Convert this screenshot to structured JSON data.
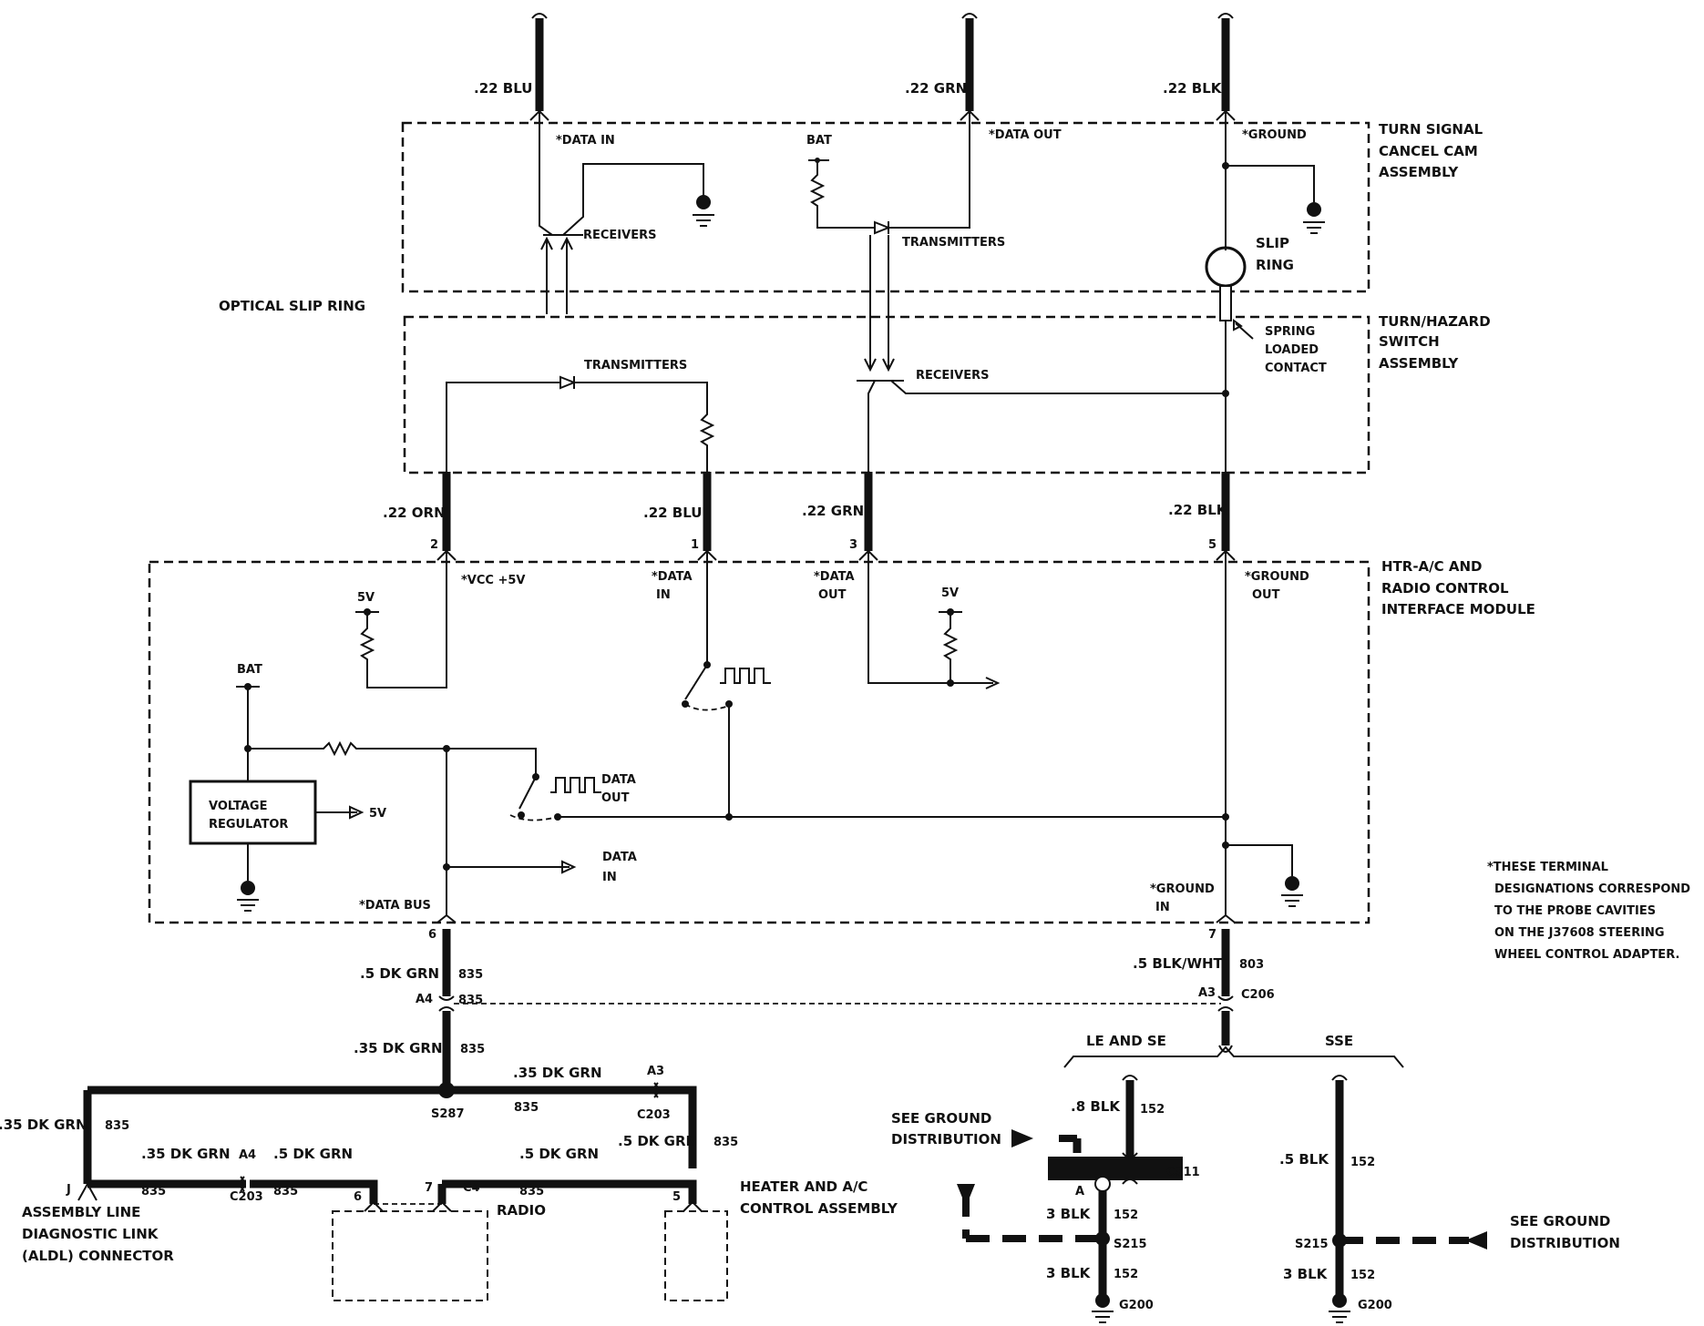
{
  "wires": {
    "top_blu": ".22 BLU",
    "top_grn": ".22 GRN",
    "top_blk": ".22 BLK",
    "mid_orn": ".22 ORN",
    "mid_blu": ".22 BLU",
    "mid_grn": ".22 GRN",
    "mid_blk": ".22 BLK",
    "w_5dkgrn": ".5 DK GRN",
    "w_835": "835",
    "w_35dkgrn": ".35 DK GRN",
    "w_5blkwht": ".5 BLK/WHT",
    "w_803": "803",
    "w_8blk": ".8 BLK",
    "w_152": "152",
    "w_5blk": ".5 BLK",
    "w_3blk": "3 BLK"
  },
  "terminals": {
    "data_in_top": "*DATA IN",
    "data_out_top": "*DATA OUT",
    "ground_top": "*GROUND",
    "vcc": "*VCC +5V",
    "data_in_mid": "*DATA",
    "data_in_mid2": "IN",
    "data_out_mid": "*DATA",
    "data_out_mid2": "OUT",
    "ground_out": "*GROUND",
    "ground_out2": "OUT",
    "data_bus": "*DATA BUS",
    "ground_in": "*GROUND",
    "ground_in2": "IN"
  },
  "pins": {
    "p2": "2",
    "p1": "1",
    "p3": "3",
    "p5": "5",
    "p6": "6",
    "p7": "7",
    "pj": "J",
    "p6b": "6",
    "p7b": "7",
    "p5b": "5",
    "pa": "A"
  },
  "connectors": {
    "a4": "A4",
    "a3": "A3",
    "c206": "C206",
    "c203": "C203",
    "s287": "S287",
    "c203b": "C203",
    "a4b": "A4",
    "a3b": "A3",
    "c4": "C4",
    "c311": "C311",
    "s215a": "S215",
    "s215b": "S215",
    "g200a": "G200",
    "g200b": "G200"
  },
  "components": {
    "bat_top": "BAT",
    "receivers_top": "RECEIVERS",
    "transmitters_top": "TRANSMITTERS",
    "slip": "SLIP",
    "ring": "RING",
    "optical": "OPTICAL SLIP RING",
    "transmitters_mid": "TRANSMITTERS",
    "receivers_mid": "RECEIVERS",
    "spring1": "SPRING",
    "spring2": "LOADED",
    "spring3": "CONTACT",
    "v5a": "5V",
    "v5b": "5V",
    "bat_mid": "BAT",
    "vreg1": "VOLTAGE",
    "vreg2": "REGULATOR",
    "v5out": "5V",
    "dataout1": "DATA",
    "dataout2": "OUT",
    "datain1": "DATA",
    "datain2": "IN"
  },
  "assemblies": {
    "turn_signal": [
      "TURN SIGNAL",
      "CANCEL CAM",
      "ASSEMBLY"
    ],
    "turn_hazard": [
      "TURN/HAZARD",
      "SWITCH",
      "ASSEMBLY"
    ],
    "htr_module": [
      "HTR-A/C AND",
      "RADIO CONTROL",
      "INTERFACE MODULE"
    ],
    "aldl": [
      "ASSEMBLY LINE",
      "DIAGNOSTIC LINK",
      "(ALDL) CONNECTOR"
    ],
    "radio": "RADIO",
    "heater": [
      "HEATER AND A/C",
      "CONTROL ASSEMBLY"
    ]
  },
  "bottom": {
    "le_se": "LE AND SE",
    "sse": "SSE",
    "see_ground_left": [
      "SEE GROUND",
      "DISTRIBUTION"
    ],
    "see_ground_right": [
      "SEE GROUND",
      "DISTRIBUTION"
    ]
  },
  "footnote": [
    "*THESE TERMINAL",
    "DESIGNATIONS CORRESPOND",
    "TO THE PROBE CAVITIES",
    "ON THE J37608 STEERING",
    "WHEEL CONTROL ADAPTER."
  ]
}
